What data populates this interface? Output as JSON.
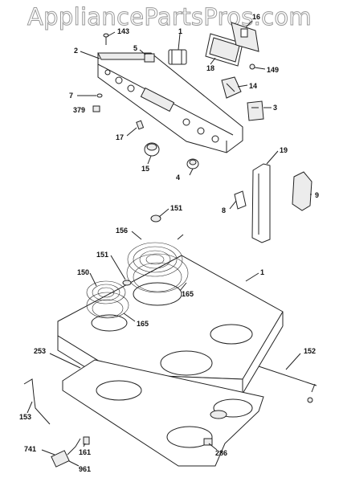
{
  "watermark": "AppliancePartsPros.com",
  "labels": {
    "l143": "143",
    "l16": "16",
    "l1_top": "1",
    "l2": "2",
    "l5": "5",
    "l18": "18",
    "l149": "149",
    "l14": "14",
    "l7": "7",
    "l379": "379",
    "l3": "3",
    "l17": "17",
    "l19": "19",
    "l15": "15",
    "l4": "4",
    "l9": "9",
    "l8": "8",
    "l151a": "151",
    "l156": "156",
    "l151b": "151",
    "l1": "1",
    "l150": "150",
    "l165a": "165",
    "l165b": "165",
    "l253": "253",
    "l152": "152",
    "l153": "153",
    "l741": "741",
    "l161": "161",
    "l961": "961",
    "l286": "286"
  }
}
